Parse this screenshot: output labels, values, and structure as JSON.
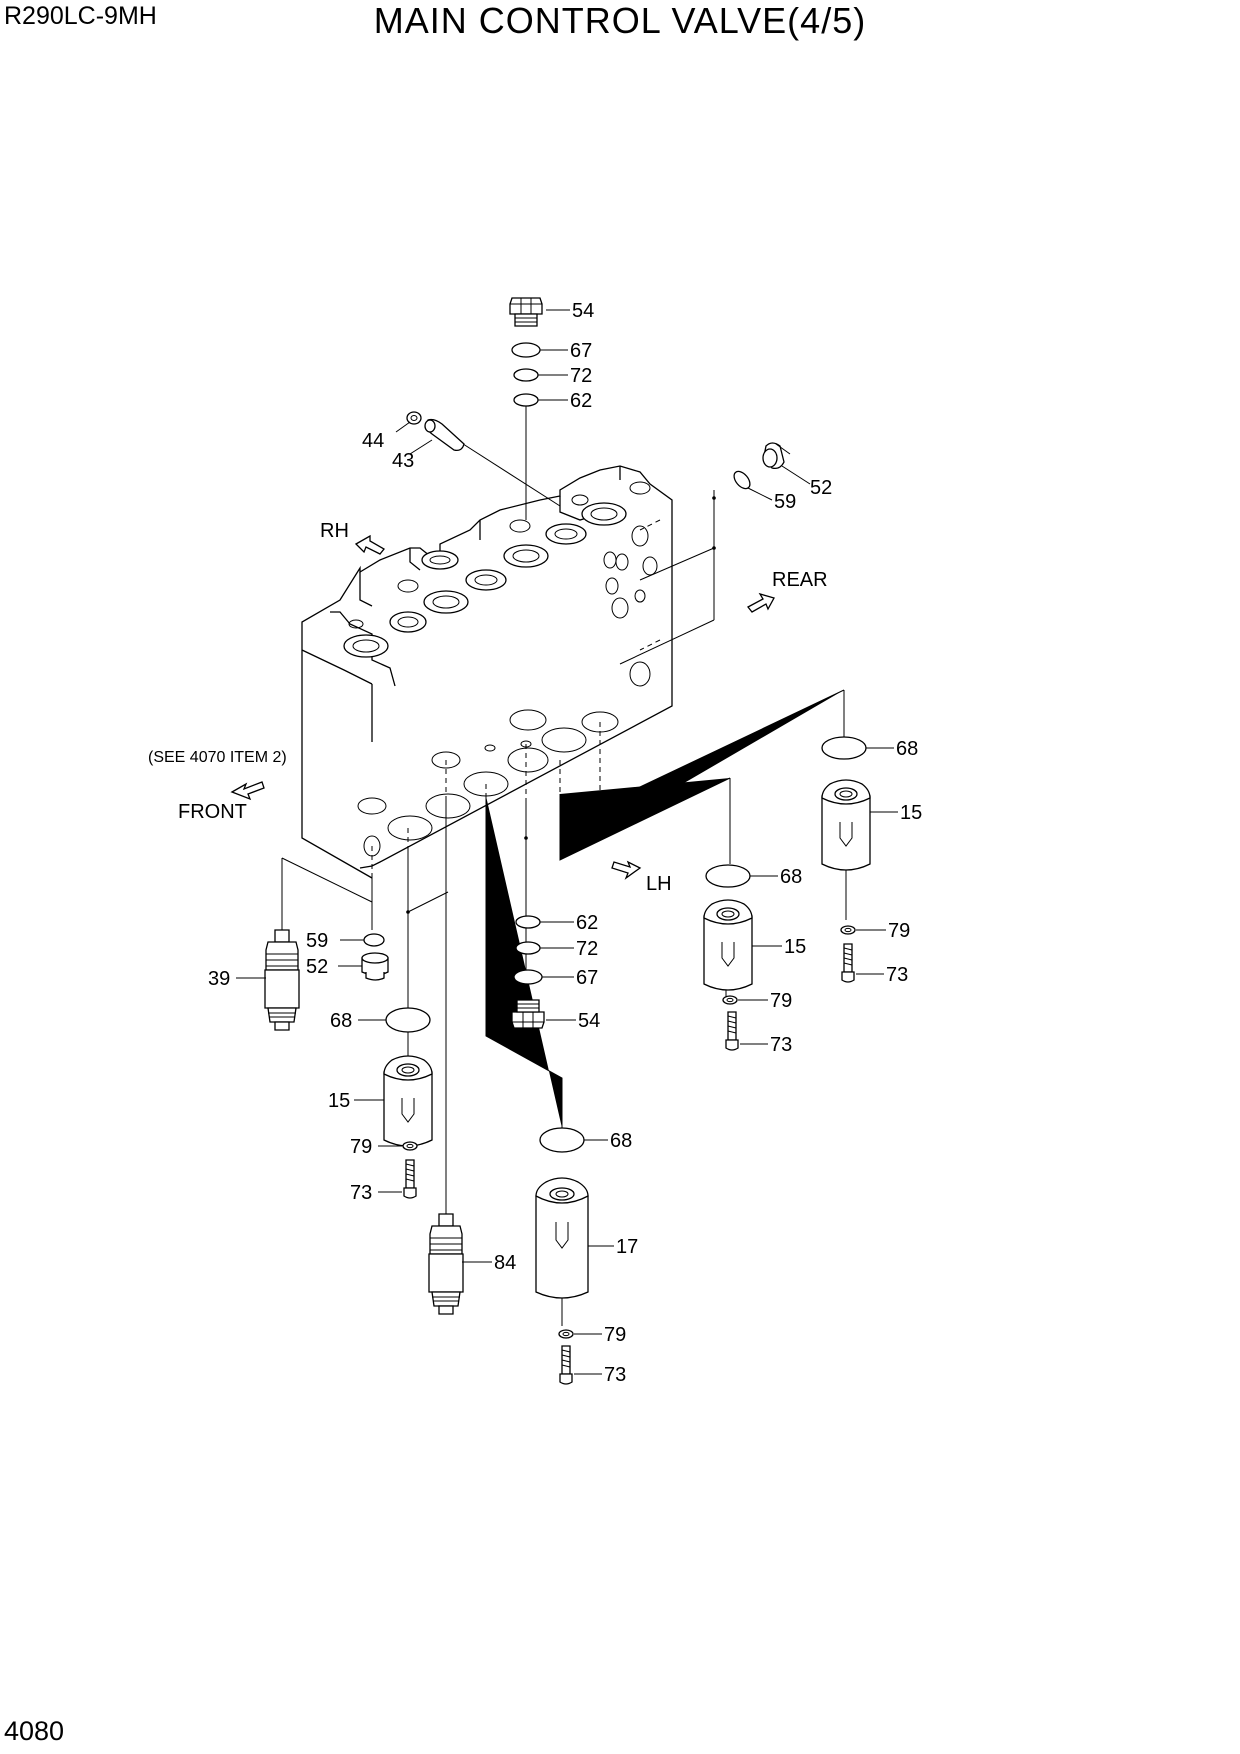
{
  "header": {
    "model": "R290LC-9MH",
    "title": "MAIN CONTROL VALVE(4/5)"
  },
  "footer": {
    "page_number": "4080"
  },
  "directions": {
    "rh": "RH",
    "rear": "REAR",
    "front": "FRONT",
    "lh": "LH"
  },
  "note": "(SEE 4070 ITEM 2)",
  "labels": {
    "p54_top": "54",
    "p67_top": "67",
    "p72_top": "72",
    "p62_top": "62",
    "p44": "44",
    "p43": "43",
    "p52_top": "52",
    "p59_top": "59",
    "p68_r": "68",
    "p15_r": "15",
    "p79_r": "79",
    "p73_r": "73",
    "p68_m": "68",
    "p15_m": "15",
    "p79_m": "79",
    "p73_m": "73",
    "p62_b": "62",
    "p72_b": "72",
    "p67_b": "67",
    "p54_b": "54",
    "p59_l": "59",
    "p52_l": "52",
    "p39": "39",
    "p68_l": "68",
    "p15_l": "15",
    "p79_l": "79",
    "p73_l": "73",
    "p84": "84",
    "p68_c": "68",
    "p17": "17",
    "p79_c": "79",
    "p73_c": "73"
  }
}
